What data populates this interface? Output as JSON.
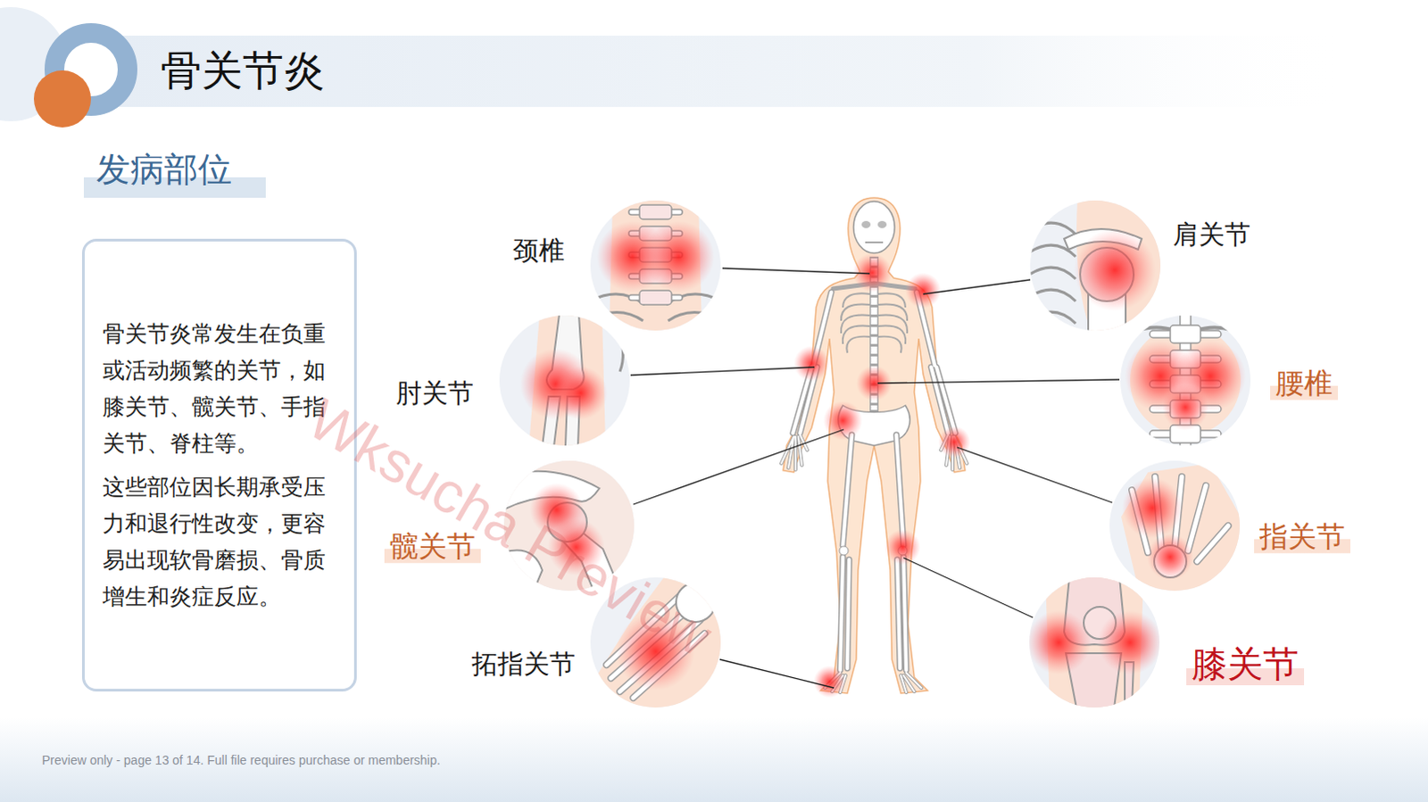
{
  "diagram": {
    "title": "骨关节炎",
    "nodes": [
      {
        "text": [
          "骨关节炎常发生在负重或活动频繁的关节，如膝关节、髋关节、手指关节、脊柱等。",
          "这些部位因长期承受压力和退行性改变，更容易出现软骨磨损、骨质增生和炎症反应。"
        ]
      },
      {
        "text": [
          "颈椎"
        ]
      },
      {
        "text": [
          "肩关节"
        ]
      },
      {
        "text": [
          "肘关节"
        ]
      },
      {
        "text": [
          "腰椎"
        ]
      },
      {
        "text": [
          "髋关节"
        ]
      },
      {
        "text": [
          "指关节"
        ]
      },
      {
        "text": [
          "拓指关节"
        ]
      },
      {
        "text": [
          "膝关节"
        ]
      }
    ],
    "labels": [
      "发病部位",
      "Wksucha Preview",
      "Preview only - page 13 of 14. Full file requires purchase or membership."
    ]
  }
}
